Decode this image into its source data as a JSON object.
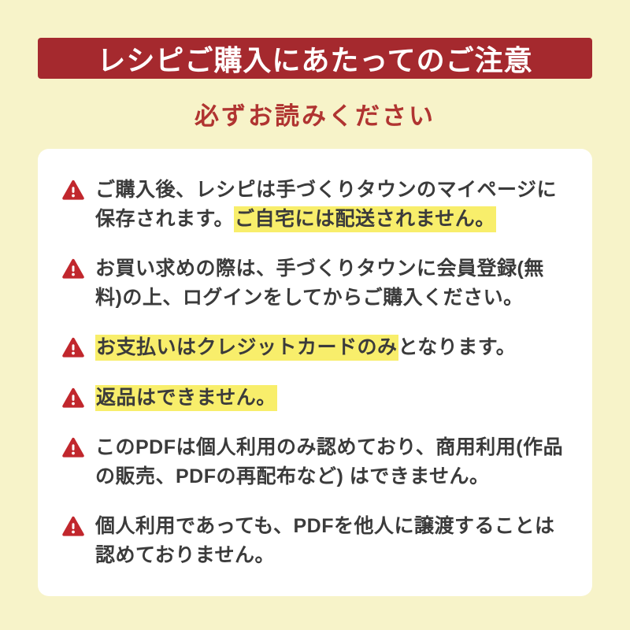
{
  "colors": {
    "page_bg": "#f7f3c9",
    "banner_bg": "#a5292e",
    "banner_text": "#ffffff",
    "subtitle_text": "#b03431",
    "card_bg": "#ffffff",
    "body_text": "#3b3b3b",
    "highlight": "#f8ee6b",
    "icon_red": "#c1272d"
  },
  "banner": {
    "title": "レシピご購入にあたってのご注意"
  },
  "subtitle": "必ずお読みください",
  "notices": [
    {
      "icon": "warning-triangle",
      "segments": [
        {
          "text": "ご購入後、レシピは手づくりタウンのマイページに保存されます。",
          "highlight": false
        },
        {
          "text": "ご自宅には配送されません。",
          "highlight": true
        }
      ]
    },
    {
      "icon": "warning-triangle",
      "segments": [
        {
          "text": "お買い求めの際は、手づくりタウンに会員登録(無料)の上、ログインをしてからご購入ください。",
          "highlight": false
        }
      ]
    },
    {
      "icon": "warning-triangle",
      "segments": [
        {
          "text": "お支払いはクレジットカードのみ",
          "highlight": true
        },
        {
          "text": "となります。",
          "highlight": false
        }
      ]
    },
    {
      "icon": "warning-triangle",
      "segments": [
        {
          "text": "返品はできません。",
          "highlight": true
        }
      ]
    },
    {
      "icon": "warning-triangle",
      "segments": [
        {
          "text": "このPDFは個人利用のみ認めており、商用利用(作品の販売、PDFの再配布など) はできません。",
          "highlight": false
        }
      ]
    },
    {
      "icon": "warning-triangle",
      "segments": [
        {
          "text": "個人利用であっても、PDFを他人に譲渡することは認めておりません。",
          "highlight": false
        }
      ]
    }
  ]
}
